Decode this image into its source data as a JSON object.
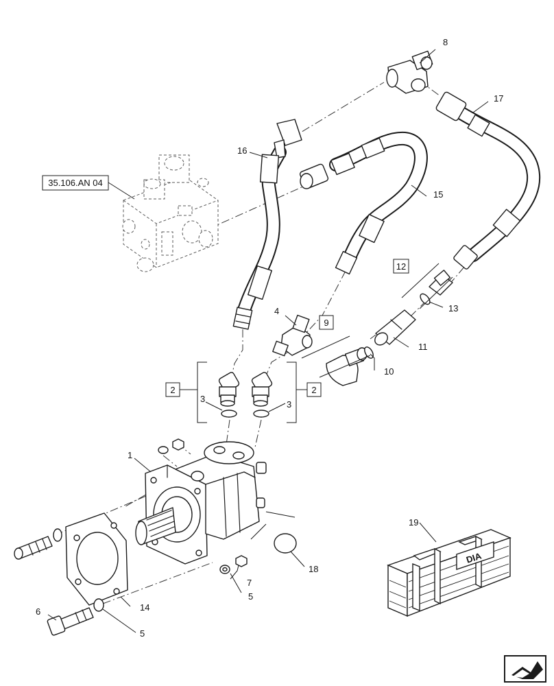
{
  "reference_label": "35.106.AN 04",
  "boxed_callouts": [
    "2",
    "2",
    "9",
    "12"
  ],
  "callouts": [
    "1",
    "3",
    "3",
    "4",
    "5",
    "5",
    "6",
    "7",
    "8",
    "10",
    "11",
    "13",
    "14",
    "15",
    "16",
    "17",
    "18",
    "19"
  ],
  "crate_logo": "DIA"
}
